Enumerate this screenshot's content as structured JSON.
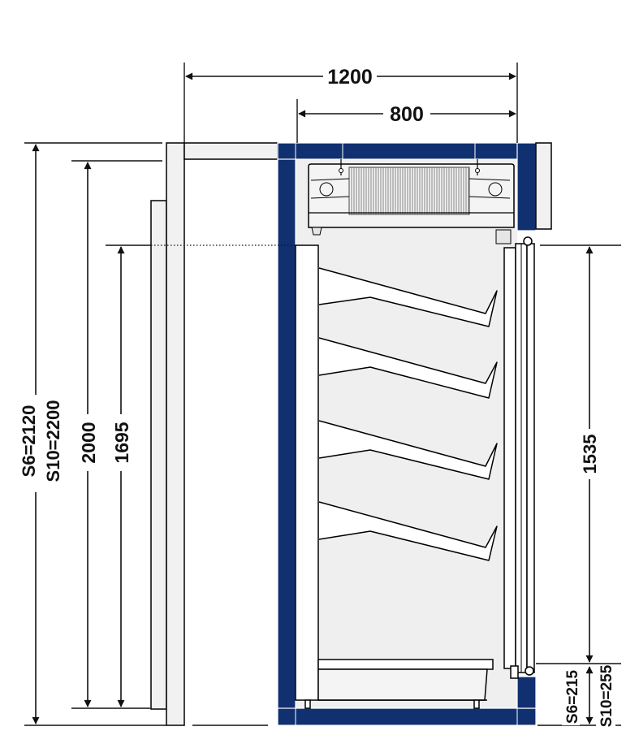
{
  "dimensions": {
    "total_depth": "1200",
    "interior_depth": "800",
    "height_s6": "S6=2120",
    "height_s10": "S10=2200",
    "height_2000": "2000",
    "height_1695": "1695",
    "door_height": "1535",
    "base_s6": "S6=215",
    "base_s10": "S10=255"
  },
  "colors": {
    "wall_blue": "#10306f",
    "interior_fill": "#efefef",
    "line": "#111111",
    "outline": "#000000"
  },
  "shelf_count": 4
}
